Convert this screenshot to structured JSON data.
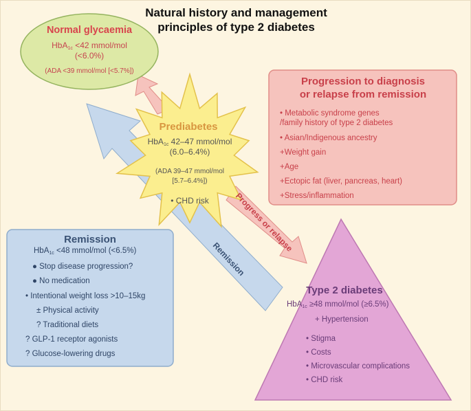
{
  "title": {
    "line1": "Natural history and management",
    "line2": "principles of type 2 diabetes"
  },
  "normal_glycaemia": {
    "title": "Normal glycaemia",
    "hba1c_prefix": "HbA",
    "hba1c_sub": "1c",
    "hba1c_value": " <42 mmol/mol",
    "percent": "(<6.0%)",
    "ada": "(ADA <39 mmol/mol [<5.7%])"
  },
  "prediabetes": {
    "title": "Prediabetes",
    "hba1c_prefix": "HbA",
    "hba1c_sub": "1c",
    "hba1c_value": " 42–47 mmol/mol",
    "percent": "(6.0–6.4%)",
    "ada_line1": "(ADA 39–47 mmol/mol",
    "ada_line2": "[5.7–6.4%])",
    "risk": "• CHD risk"
  },
  "progression": {
    "title_line1": "Progression to diagnosis",
    "title_line2": "or relapse from remission",
    "items": [
      "• Metabolic syndrome genes",
      " /family history of type 2 diabetes",
      "• Asian/Indigenous ancestry",
      "+Weight gain",
      "+Age",
      "+Ectopic fat (liver, pancreas, heart)",
      "+Stress/inflammation"
    ]
  },
  "remission": {
    "title": "Remission",
    "hba1c_prefix": "HbA",
    "hba1c_sub": "1c",
    "hba1c_value": " <48 mmol/mol (<6.5%)",
    "items": [
      "● Stop disease progression?",
      "● No medication",
      "• Intentional weight loss >10–15kg",
      "± Physical activity",
      "? Traditional diets",
      "? GLP-1 receptor agonists",
      "? Glucose-lowering drugs"
    ]
  },
  "type2": {
    "title": "Type 2 diabetes",
    "hba1c_prefix": "HbA",
    "hba1c_sub": "1c",
    "hba1c_value": " ≥48 mmol/mol (≥6.5%)",
    "hypertension": "+ Hypertension",
    "items": [
      "• Stigma",
      "• Costs",
      "• Microvascular complications",
      "• CHD risk"
    ]
  },
  "arrows": {
    "progress_label": "Progress or relapse",
    "remission_label": "Remission"
  },
  "colors": {
    "background": "#fdf5e1",
    "normal_fill": "#dde9a6",
    "normal_text": "#d8454d",
    "prediabetes_fill": "#fbee8f",
    "prediabetes_title": "#d89640",
    "progression_fill": "#f6c3bd",
    "progression_text": "#c8404a",
    "remission_fill": "#c6d8ec",
    "remission_text": "#3a5274",
    "type2_fill": "#e3a6d6",
    "type2_text": "#6a3c78"
  }
}
